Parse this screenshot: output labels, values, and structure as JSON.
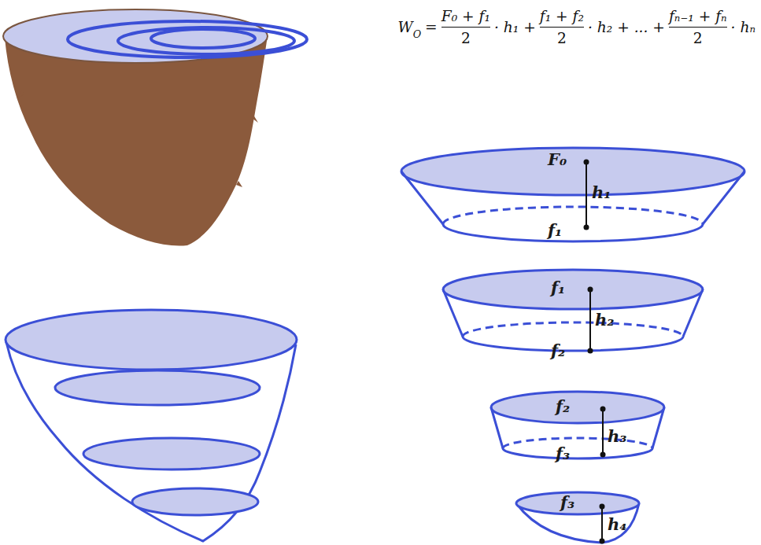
{
  "diagram": {
    "nodes": [
      {
        "text": [
          "F₀",
          "h₁",
          "f₁"
        ]
      },
      {
        "text": [
          "f₁",
          "h₂",
          "f₂"
        ]
      },
      {
        "text": [
          "f₂",
          "h₃",
          "f₃"
        ]
      },
      {
        "text": [
          "f₃",
          "h₄"
        ]
      }
    ],
    "labels": [
      "W",
      "O",
      "=",
      "F₀ + f₁",
      "2",
      "· h₁ +",
      "f₁ + f₂",
      "2",
      "· h₂ + ... +",
      "fₙ₋₁ + fₙ",
      "2",
      "· hₙ"
    ]
  }
}
